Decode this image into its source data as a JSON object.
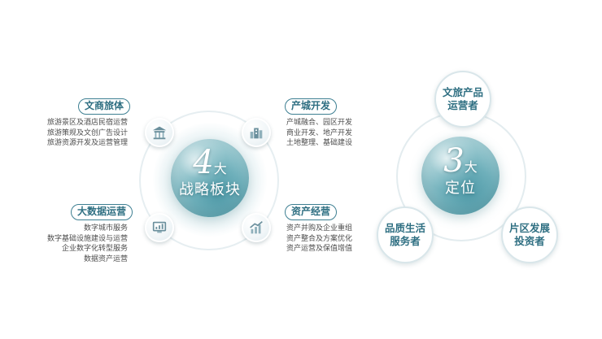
{
  "left": {
    "center": {
      "number": "4",
      "unit": "大",
      "subtitle": "战略板块"
    },
    "quadrants": [
      {
        "title": "文商旅体",
        "icon": "building-icon",
        "lines": [
          "旅游景区及酒店民宿运营",
          "旅游策规及文创广告设计",
          "旅游资源开发及运营管理"
        ]
      },
      {
        "title": "产城开发",
        "icon": "city-icon",
        "lines": [
          "产城融合、园区开发",
          "商业开发、地产开发",
          "土地整理、基础建设"
        ]
      },
      {
        "title": "大数据运营",
        "icon": "monitor-chart-icon",
        "lines": [
          "数字城市服务",
          "数字基础设施建设与运营",
          "企业数字化转型服务",
          "数据资产运营"
        ]
      },
      {
        "title": "资产经营",
        "icon": "growth-chart-icon",
        "lines": [
          "资产并购及企业重组",
          "资产整合及方案优化",
          "资产运营及保值增值"
        ]
      }
    ]
  },
  "right": {
    "center": {
      "number": "3",
      "unit": "大",
      "subtitle": "定位"
    },
    "nodes": [
      {
        "line1": "文旅产品",
        "line2": "运营者"
      },
      {
        "line1": "品质生活",
        "line2": "服务者"
      },
      {
        "line1": "片区发展",
        "line2": "投资者"
      }
    ]
  },
  "colors": {
    "accent": "#2f6f82",
    "sphere": "#6fb0bb",
    "ring": "#e6eef1"
  }
}
